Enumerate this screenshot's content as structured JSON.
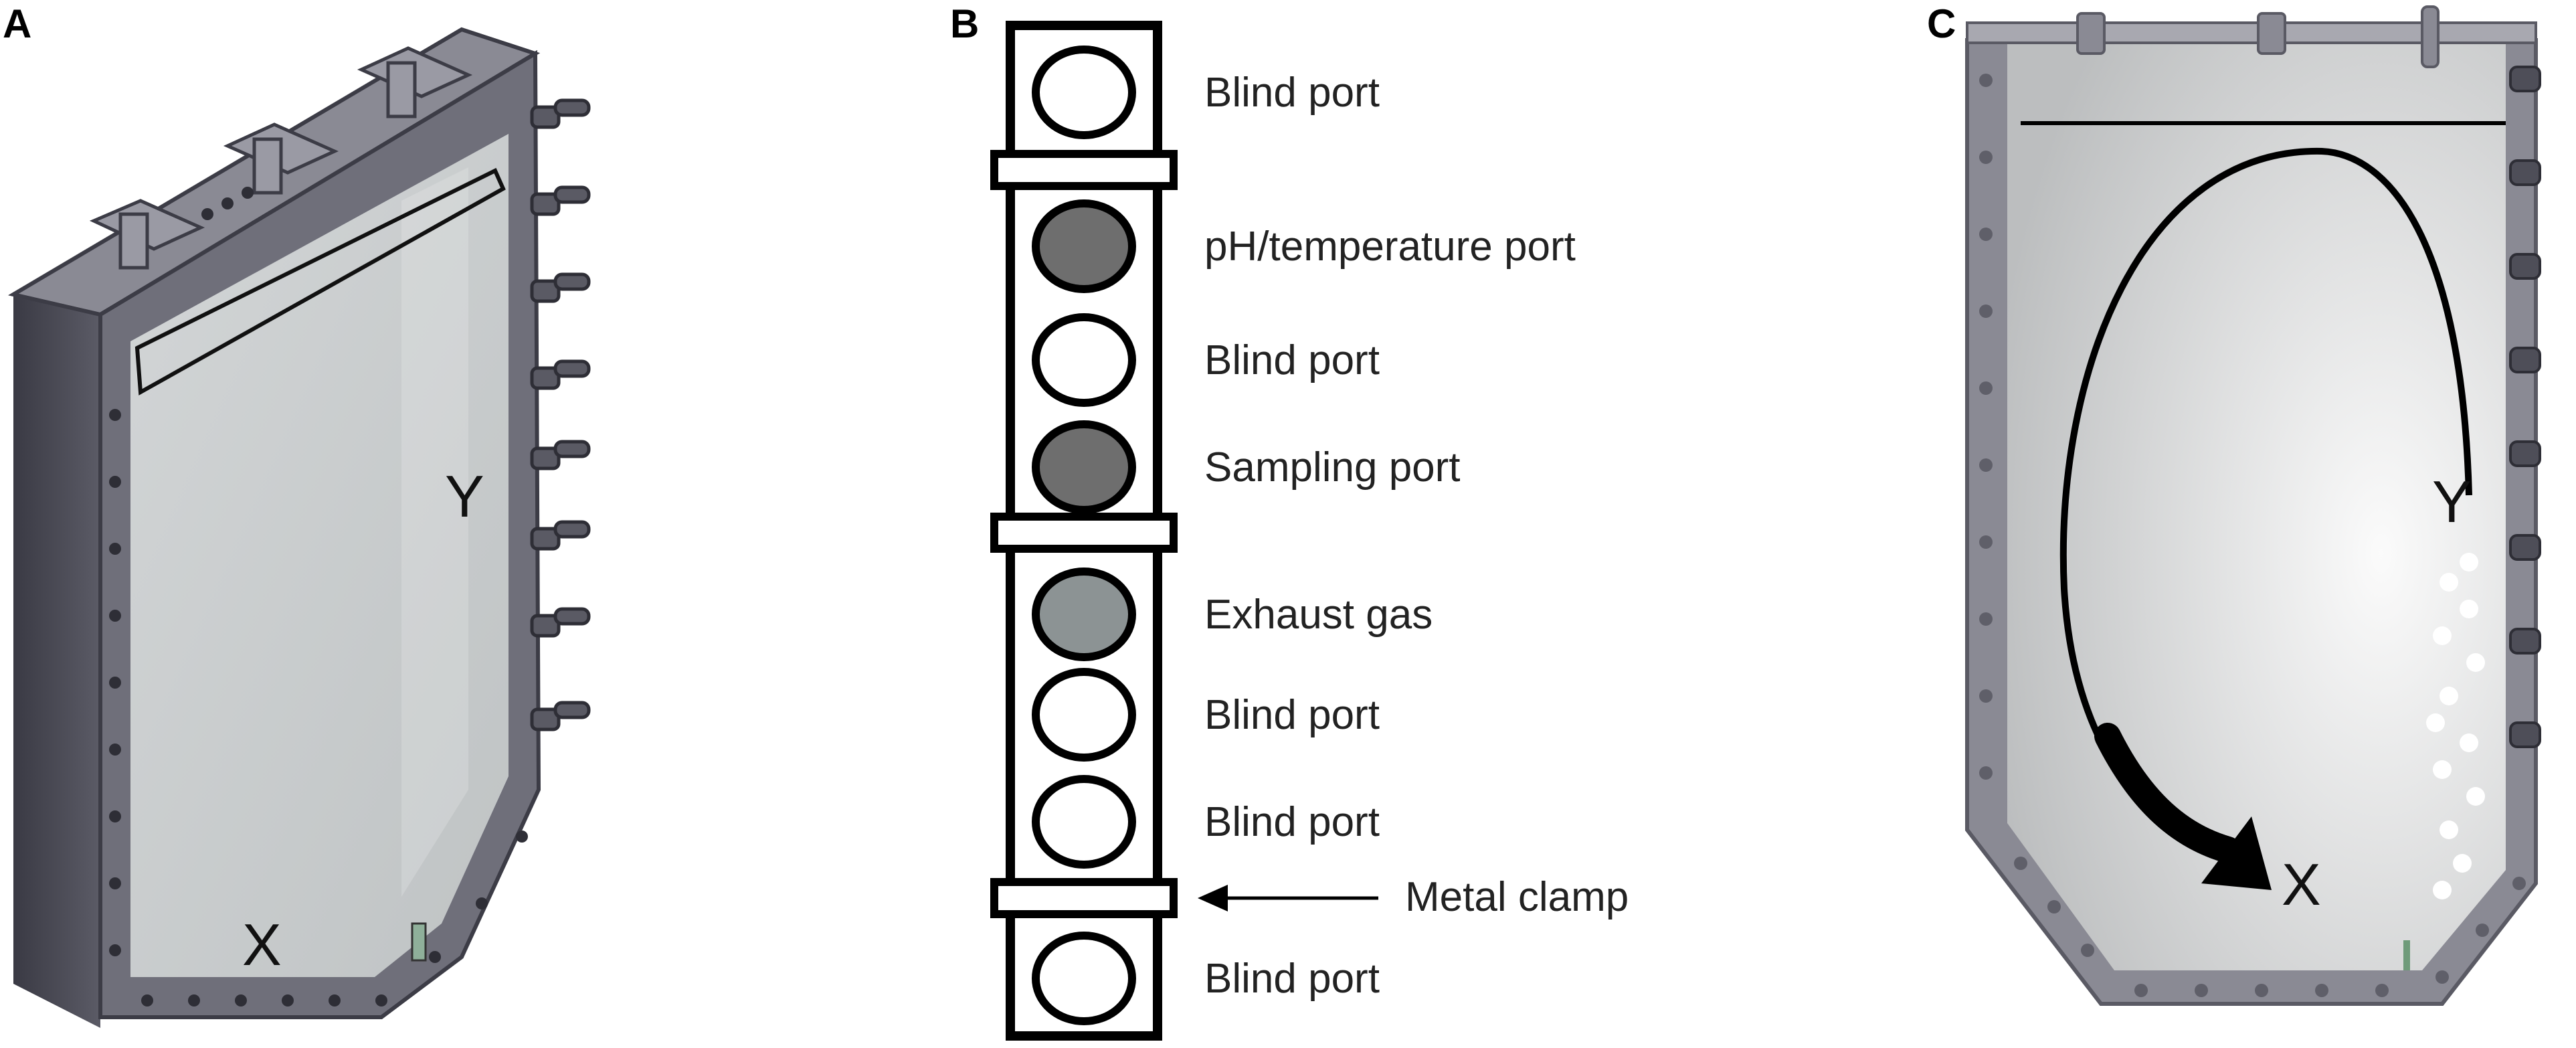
{
  "panels": {
    "a": {
      "letter": "A",
      "axis_x": "X",
      "axis_y": "Y"
    },
    "b": {
      "letter": "B",
      "ports": [
        {
          "label": "Blind port",
          "fill": "#ffffff"
        },
        {
          "label": "pH/temperature port",
          "fill": "#6e6e6e"
        },
        {
          "label": "Blind port",
          "fill": "#ffffff"
        },
        {
          "label": "Sampling port",
          "fill": "#6e6e6e"
        },
        {
          "label": "Exhaust gas",
          "fill": "#8c9394"
        },
        {
          "label": "Blind port",
          "fill": "#ffffff"
        },
        {
          "label": "Blind port",
          "fill": "#ffffff"
        },
        {
          "label": "Blind port",
          "fill": "#ffffff"
        }
      ],
      "clamp_label": "Metal clamp"
    },
    "c": {
      "letter": "C",
      "axis_x": "X",
      "axis_y": "Y"
    }
  },
  "colors": {
    "frame_dark": "#4a4a55",
    "frame_mid": "#7a7a85",
    "panel_glass": "#c9cccd",
    "port_dark": "#6e6e6e",
    "port_exhaust": "#8c9394"
  }
}
